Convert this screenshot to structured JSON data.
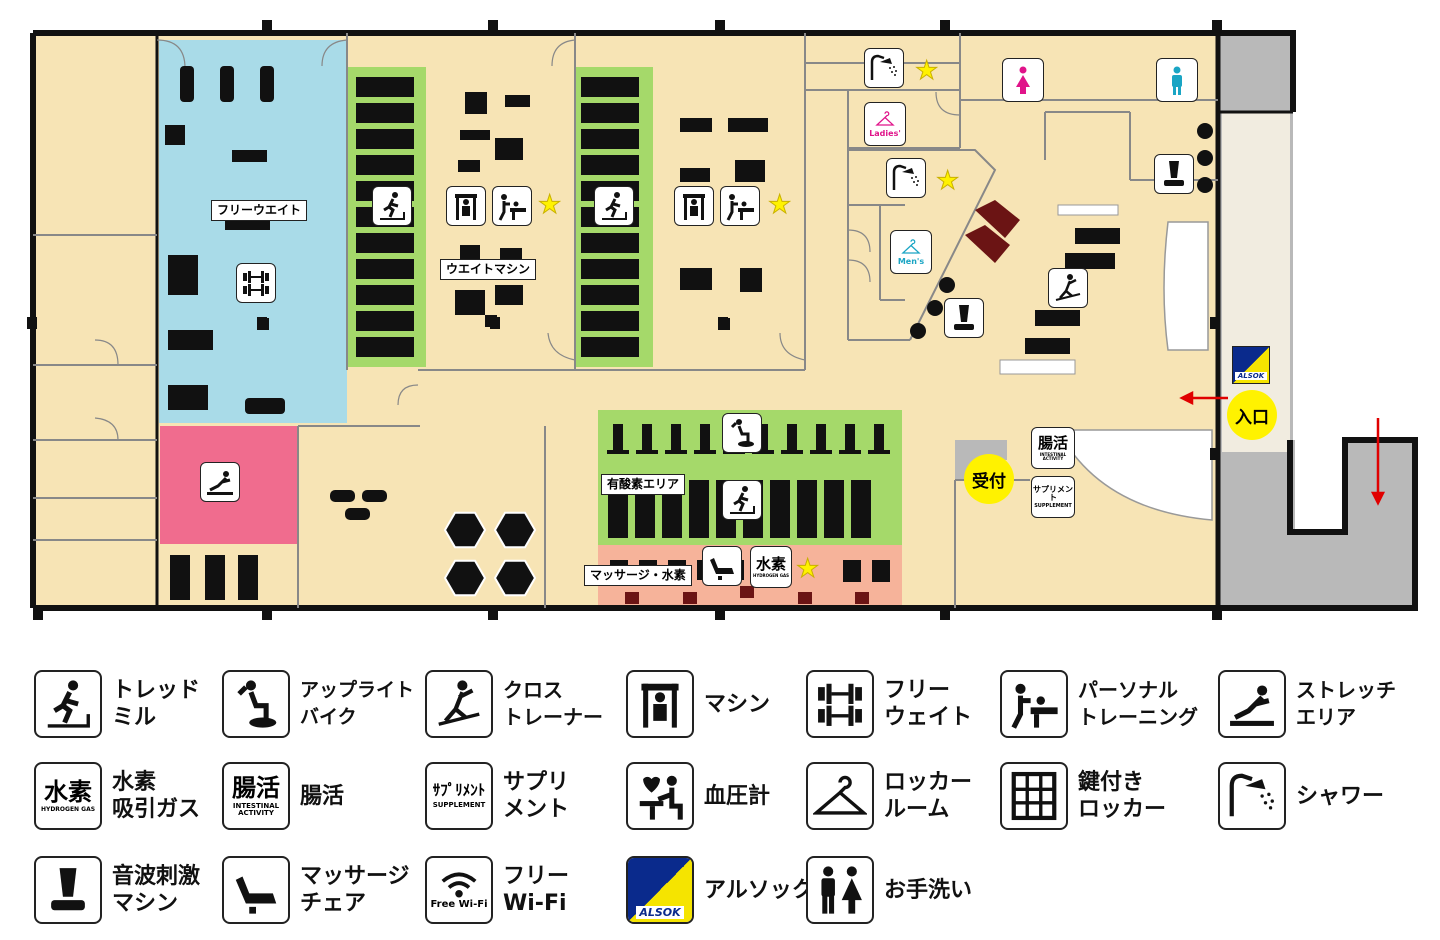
{
  "map": {
    "zones": {
      "free_weight": "フリーウエイト",
      "weight_machine": "ウエイトマシン",
      "cardio": "有酸素エリア",
      "massage_hydrogen": "マッサージ・水素",
      "reception": "受付",
      "entrance": "入口"
    },
    "room_signs": {
      "ladies": "Ladies'",
      "mens": "Men's",
      "intestinal_kanji": "腸活",
      "intestinal_en": "INTESTINAL ACTIVITY",
      "supplement_jp": "サプリメント",
      "supplement_en": "SUPPLEMENT",
      "hydrogen_kanji": "水素",
      "hydrogen_en": "HYDROGEN GAS",
      "alsok": "ALSOK"
    },
    "star_glyph": "★",
    "colors": {
      "floor": "#f7e4b5",
      "free_weight_area": "#a9dbe8",
      "stretch_area": "#f06c8e",
      "green_area": "#a5d96a",
      "massage_area": "#f6b39a",
      "wall": "#111111",
      "entrance_gray": "#b9b9b9",
      "star": "#fff200",
      "arrow": "#e00000"
    }
  },
  "legend": [
    {
      "icon": "treadmill-icon",
      "label": "トレッド\nミル"
    },
    {
      "icon": "upright-bike-icon",
      "label": "アップライト\nバイク"
    },
    {
      "icon": "cross-trainer-icon",
      "label": "クロス\nトレーナー"
    },
    {
      "icon": "machine-icon",
      "label": "マシン"
    },
    {
      "icon": "free-weight-icon",
      "label": "フリー\nウェイト"
    },
    {
      "icon": "personal-training-icon",
      "label": "パーソナル\nトレーニング"
    },
    {
      "icon": "stretch-area-icon",
      "label": "ストレッチ\nエリア"
    },
    {
      "icon": "hydrogen-icon",
      "label": "水素\n吸引ガス",
      "box_text": "水素",
      "box_sub": "HYDROGEN GAS"
    },
    {
      "icon": "intestinal-icon",
      "label": "腸活",
      "box_text": "腸活",
      "box_sub": "INTESTINAL\nACTIVITY"
    },
    {
      "icon": "supplement-icon",
      "label": "サプリ\nメント",
      "box_text": "ｻﾌﾟﾘﾒﾝﾄ",
      "box_sub": "SUPPLEMENT"
    },
    {
      "icon": "blood-pressure-icon",
      "label": "血圧計"
    },
    {
      "icon": "locker-room-icon",
      "label": "ロッカー\nルーム"
    },
    {
      "icon": "key-locker-icon",
      "label": "鍵付き\nロッカー"
    },
    {
      "icon": "shower-icon",
      "label": "シャワー"
    },
    {
      "icon": "sonic-machine-icon",
      "label": "音波刺激\nマシン"
    },
    {
      "icon": "massage-chair-icon",
      "label": "マッサージ\nチェア"
    },
    {
      "icon": "wifi-icon",
      "label": "フリー\nWi-Fi",
      "box_sub": "Free Wi-Fi"
    },
    {
      "icon": "alsok-icon",
      "label": "アルソック",
      "box_sub": "ALSOK"
    },
    {
      "icon": "restroom-icon",
      "label": "お手洗い"
    }
  ]
}
